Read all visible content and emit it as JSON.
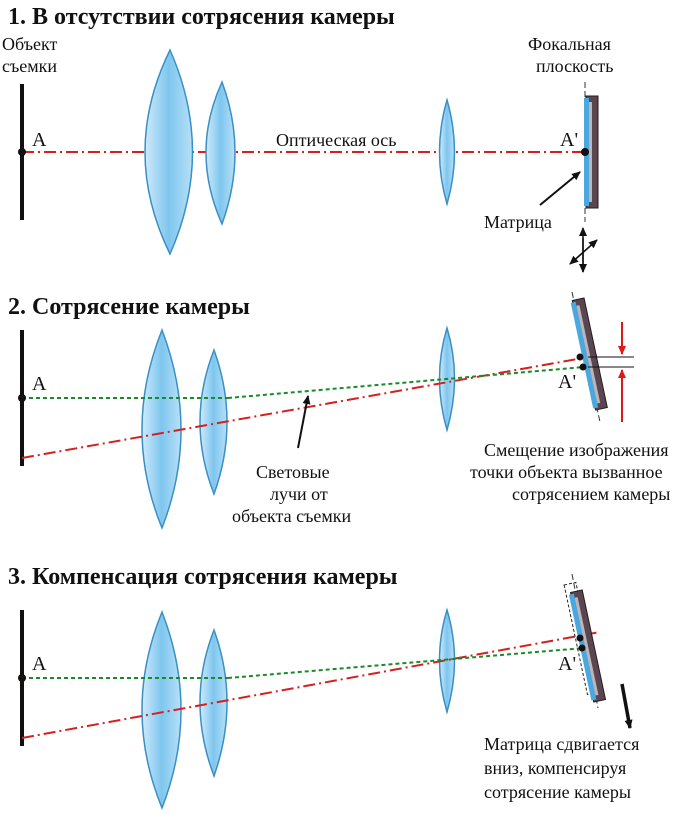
{
  "panel1": {
    "title": "1. В отсутствии сотрясения камеры",
    "object_label": [
      "Объект",
      "съемки"
    ],
    "focal_label": [
      "Фокальная",
      "плоскость"
    ],
    "axis_label": "Оптическая ось",
    "sensor_label": "Матрица",
    "point_a": "A",
    "point_a_prime": "A'"
  },
  "panel2": {
    "title": "2. Сотрясение камеры",
    "rays_label": [
      "Световые",
      "лучи от",
      "объекта съемки"
    ],
    "shift_label": [
      "Смещение изображения",
      "точки объекта вызванное",
      "сотрясением камеры"
    ],
    "point_a": "A",
    "point_a_prime": "A'"
  },
  "panel3": {
    "title": "3. Компенсация сотрясения камеры",
    "sensor_move_label": [
      "Матрица сдвигается",
      "вниз, компенсируя",
      "сотрясение камеры"
    ],
    "point_a": "A",
    "point_a_prime": "A'"
  },
  "colors": {
    "optical_axis": "#d62020",
    "light_rays": "#1a8a2a",
    "lens_fill": "#7ec6ee",
    "lens_stroke": "#3a8fc4",
    "sensor_body": "#5a4650",
    "sensor_glass": "#4aa8e0",
    "shift_arrow": "#e01818"
  }
}
